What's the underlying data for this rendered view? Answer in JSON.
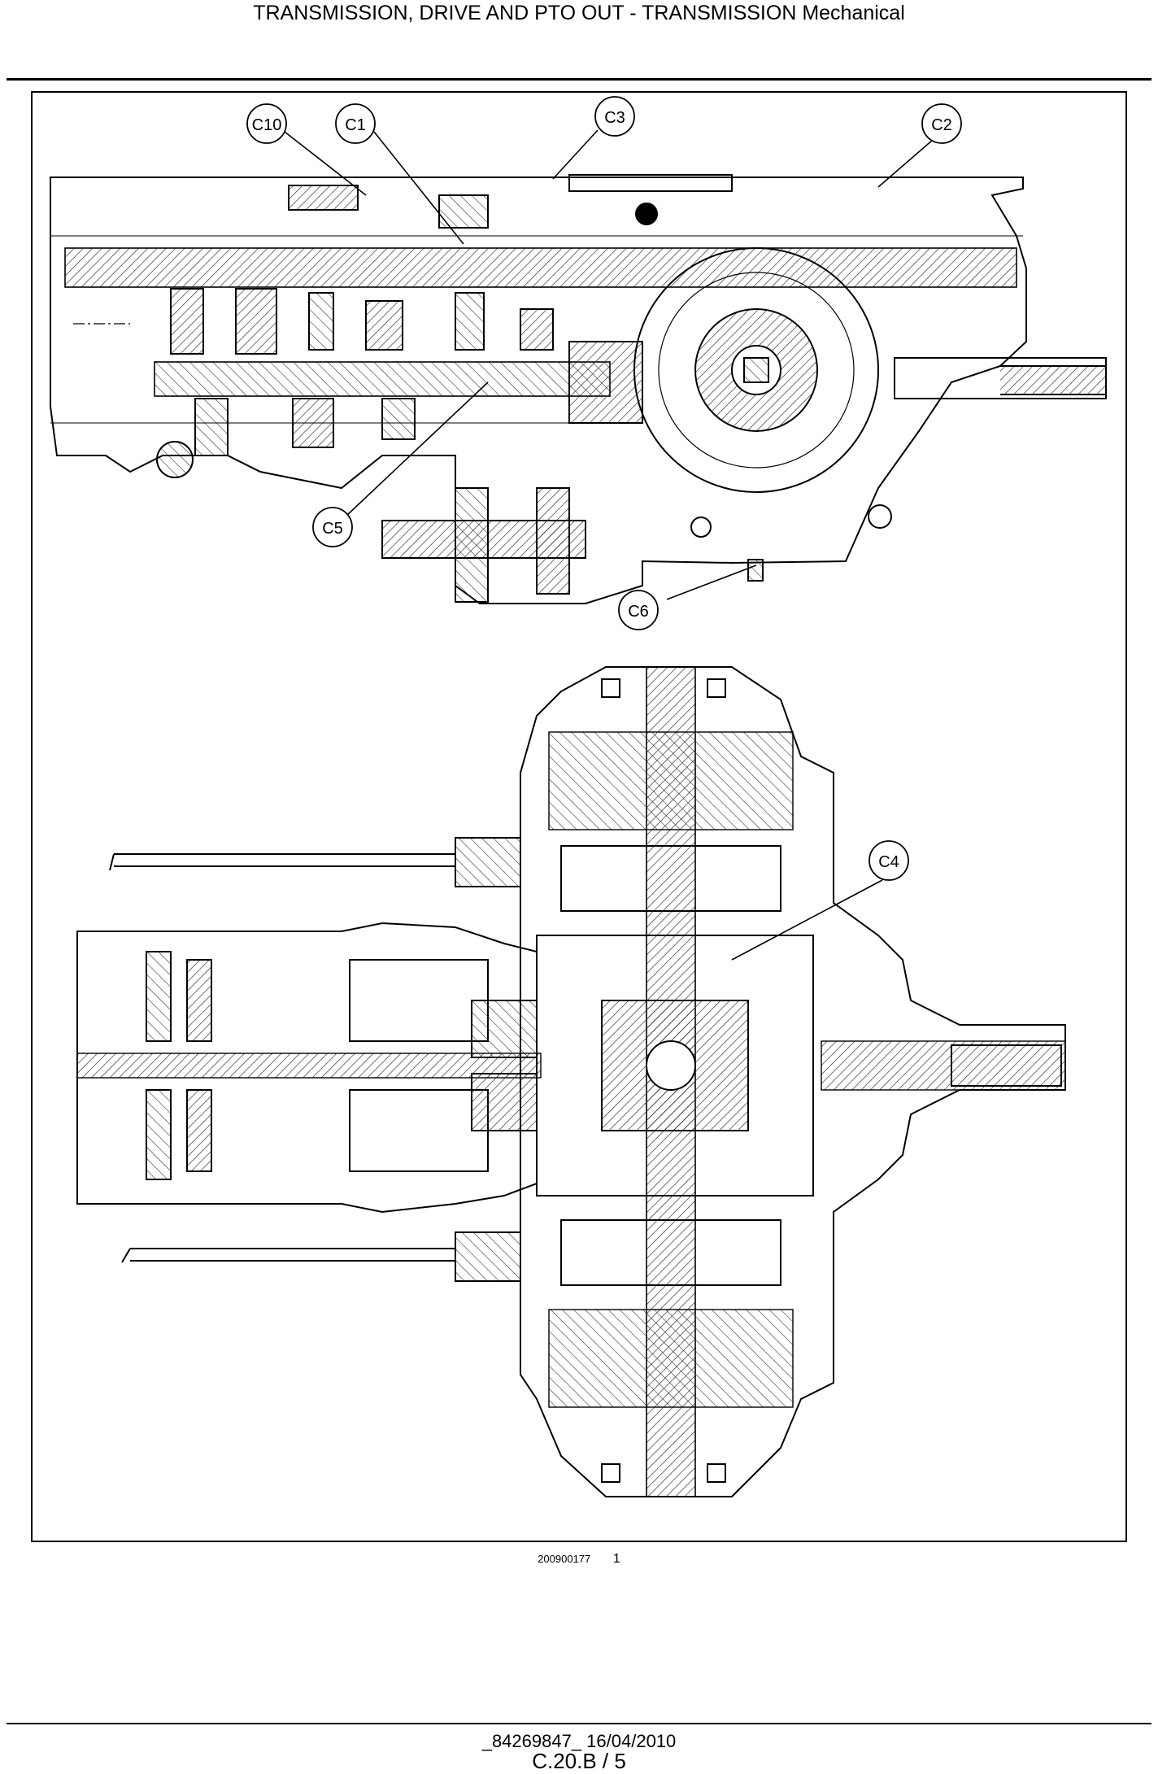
{
  "header": {
    "title": "TRANSMISSION, DRIVE AND PTO OUT - TRANSMISSION Mechanical"
  },
  "figure": {
    "callouts": [
      "C10",
      "C1",
      "C3",
      "C2",
      "C5",
      "C6",
      "C4"
    ],
    "image_code": "200900177",
    "figure_number": "1"
  },
  "footer": {
    "doc_ref": "_84269847_ 16/04/2010",
    "page_ref": "C.20.B / 5"
  },
  "colors": {
    "line": "#000000",
    "hatch": "#333333",
    "background": "#ffffff"
  }
}
